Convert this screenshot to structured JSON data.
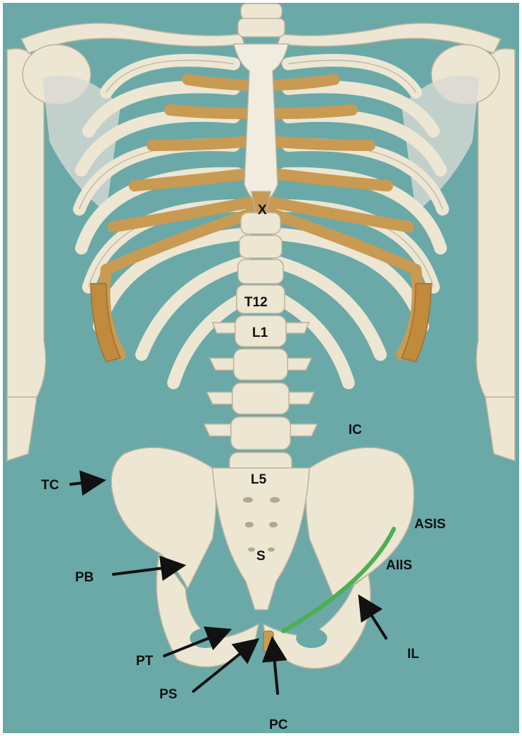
{
  "labels": {
    "x": "X",
    "t12": "T12",
    "l1": "L1",
    "l5": "L5",
    "s": "S",
    "ic": "IC",
    "tc": "TC",
    "asis": "ASIS",
    "aiis": "AIIS",
    "pb": "PB",
    "il": "IL",
    "pt": "PT",
    "ps": "PS",
    "pc": "PC"
  },
  "colors": {
    "background": "#6aa9a7",
    "bone": "#ece6d3",
    "cartilage": "#c99a52",
    "marker_line": "#4cb050",
    "arrow": "#111111"
  }
}
